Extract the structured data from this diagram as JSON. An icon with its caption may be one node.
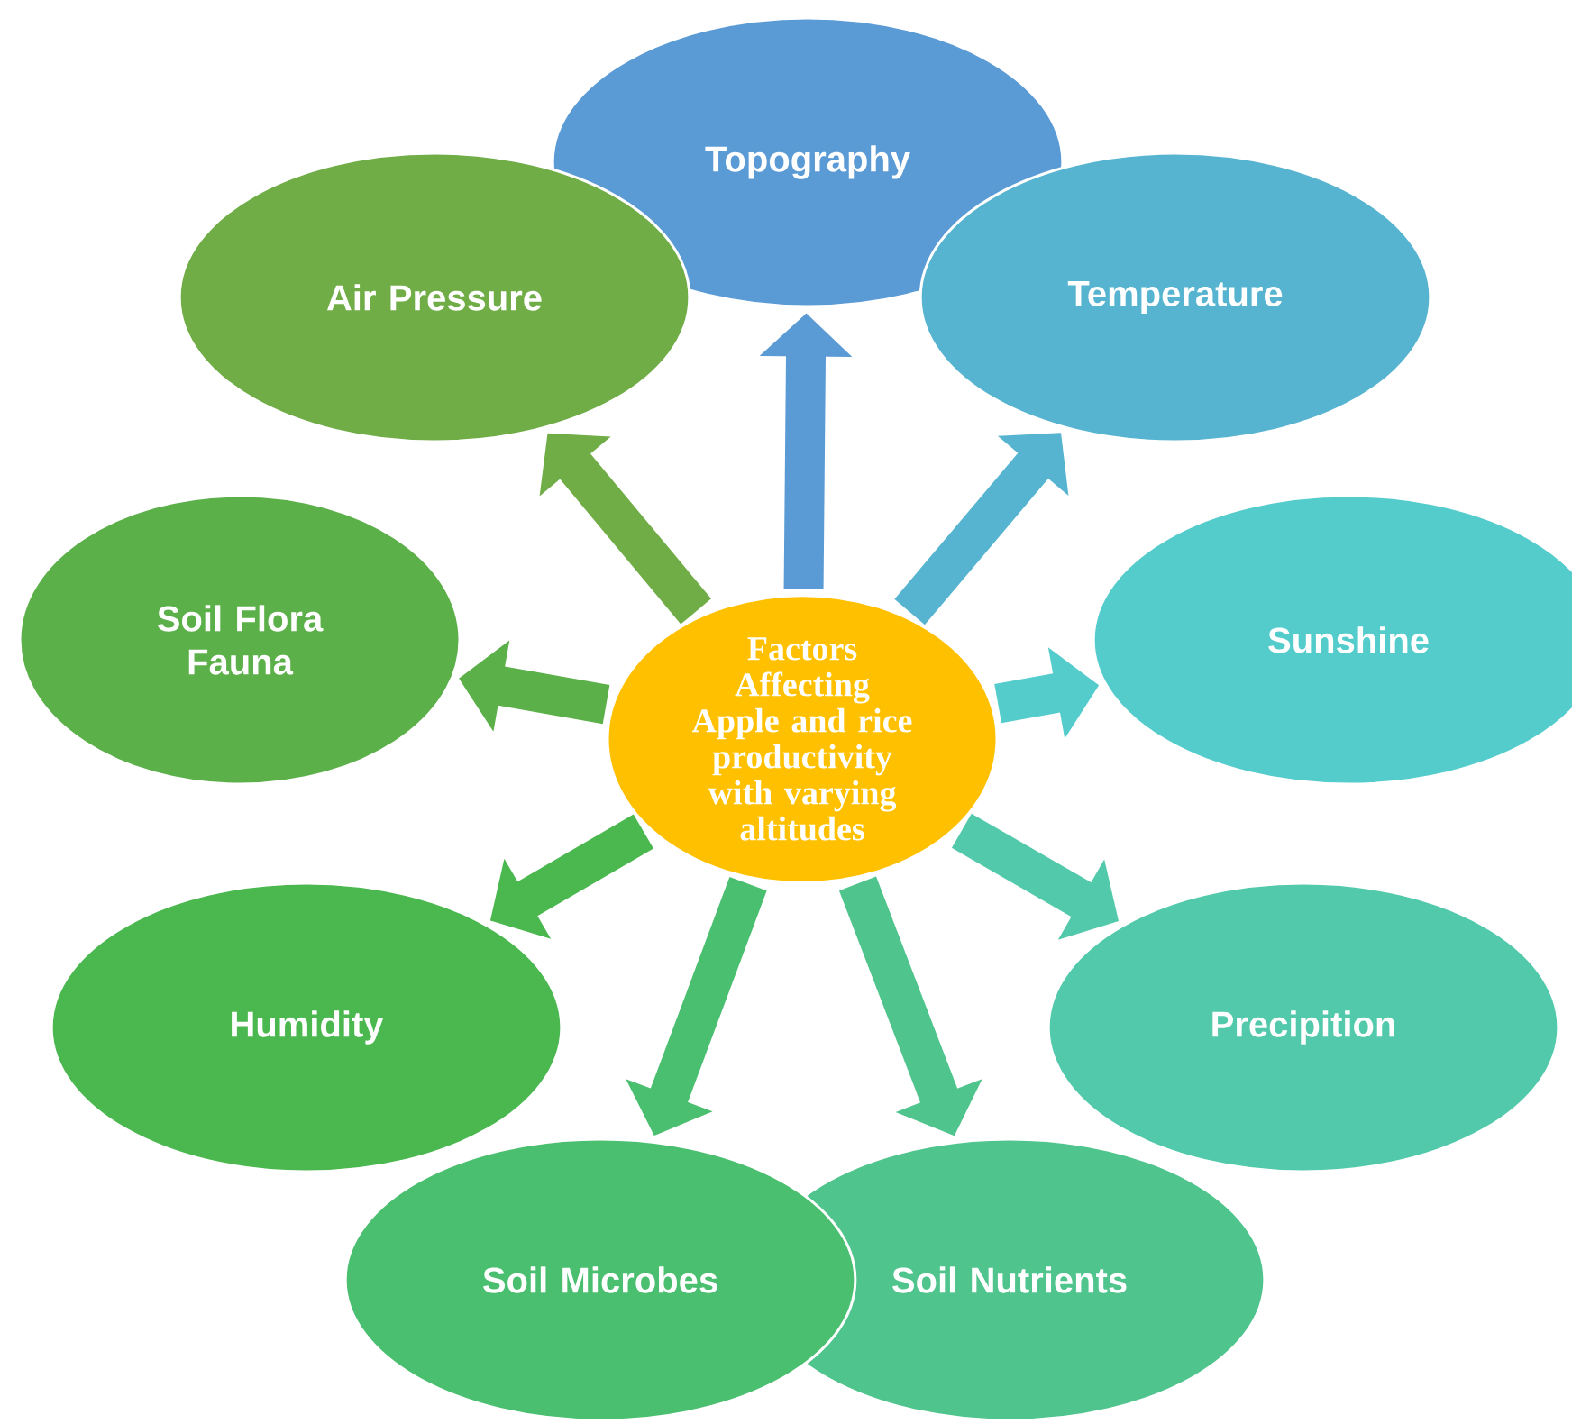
{
  "diagram": {
    "nodes": [
      {
        "text": [
          "Factors Affecting Apple and rice productivity with varying altitudes"
        ]
      },
      {
        "text": [
          "Topography"
        ]
      },
      {
        "text": [
          "Temperature"
        ]
      },
      {
        "text": [
          "Sunshine"
        ]
      },
      {
        "text": [
          "Precipition"
        ]
      },
      {
        "text": [
          "Soil Nutrients"
        ]
      },
      {
        "text": [
          "Soil Microbes"
        ]
      },
      {
        "text": [
          "Humidity"
        ]
      },
      {
        "text": [
          "Soil Flora Fauna"
        ]
      },
      {
        "text": [
          "Air Pressure"
        ]
      }
    ],
    "edges": [
      {
        "from": 0,
        "to": 1,
        "arrow": "to",
        "color": "#5b9bd5"
      },
      {
        "from": 0,
        "to": 2,
        "arrow": "to",
        "color": "#56b4d0"
      },
      {
        "from": 0,
        "to": 3,
        "arrow": "to",
        "color": "#55cccc"
      },
      {
        "from": 0,
        "to": 4,
        "arrow": "to",
        "color": "#52c9aa"
      },
      {
        "from": 0,
        "to": 5,
        "arrow": "to",
        "color": "#4fc48c"
      },
      {
        "from": 0,
        "to": 6,
        "arrow": "to",
        "color": "#4bbf70"
      },
      {
        "from": 0,
        "to": 7,
        "arrow": "to",
        "color": "#4ab84f"
      },
      {
        "from": 0,
        "to": 8,
        "arrow": "to",
        "color": "#5cb049"
      },
      {
        "from": 0,
        "to": 9,
        "arrow": "to",
        "color": "#70ad47"
      }
    ]
  }
}
